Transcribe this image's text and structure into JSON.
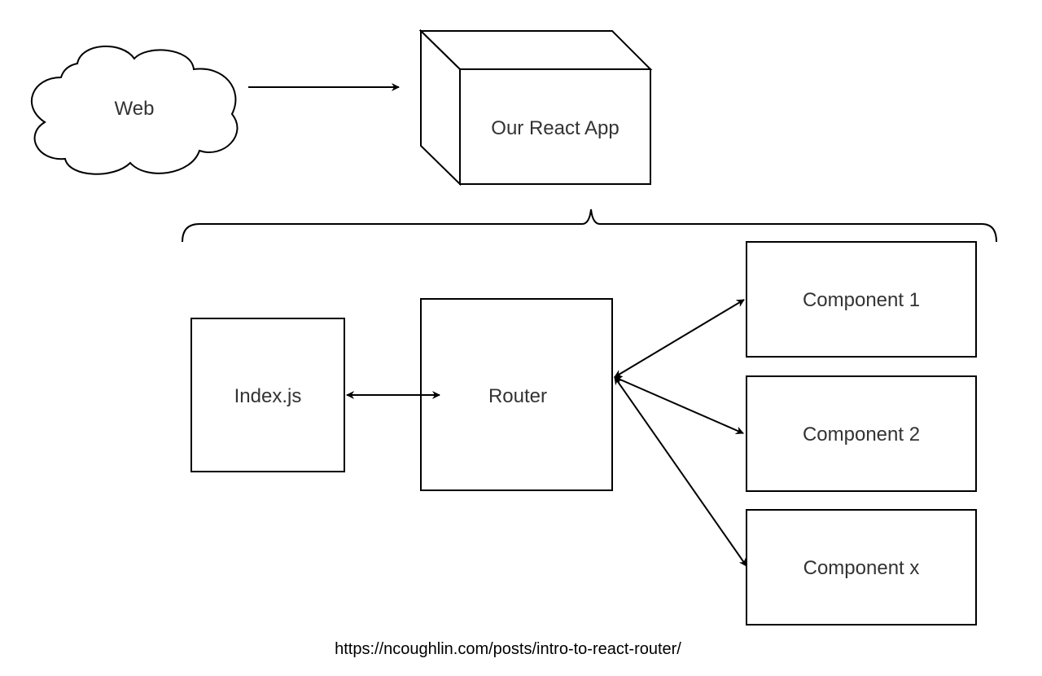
{
  "nodes": {
    "web": "Web",
    "app": "Our React App",
    "index": "Index.js",
    "router": "Router",
    "component_1": "Component 1",
    "component_2": "Component 2",
    "component_x": "Component x"
  },
  "source_url": "https://ncoughlin.com/posts/intro-to-react-router/",
  "colors": {
    "stroke": "#000000",
    "text": "#333333",
    "background": "#ffffff"
  }
}
